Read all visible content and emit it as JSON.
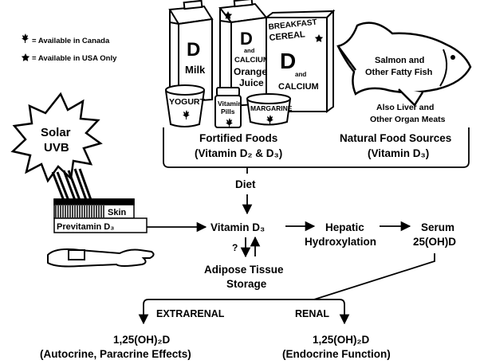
{
  "legend": {
    "canada": "= Available in Canada",
    "usa": "= Available in USA Only"
  },
  "products": {
    "milk_letter": "D",
    "milk_label": "Milk",
    "oj_letter": "D",
    "oj_and": "and",
    "oj_calcium": "CALCIUM",
    "oj_orange": "Orange",
    "oj_juice": "Juice",
    "cereal_line1": "BREAKFAST",
    "cereal_line2": "CEREAL",
    "cereal_letter": "D",
    "cereal_and": "and",
    "cereal_calcium": "CALCIUM",
    "yogurt": "YOGURT",
    "pills_line1": "Vitamin",
    "pills_line2": "Pills",
    "margarine": "MARGARINE"
  },
  "fish": {
    "line1": "Salmon and",
    "line2": "Other Fatty Fish",
    "also1": "Also Liver and",
    "also2": "Other Organ Meats"
  },
  "sources": {
    "fortified_title": "Fortified Foods",
    "fortified_sub": "(Vitamin D₂ & D₃)",
    "natural_title": "Natural Food Sources",
    "natural_sub": "(Vitamin D₃)"
  },
  "sun": {
    "line1": "Solar",
    "line2": "UVB"
  },
  "skin": {
    "skin_label": "Skin",
    "previtamin": "Previtamin D₃"
  },
  "flow": {
    "diet": "Diet",
    "vitamin_d3": "Vitamin D₃",
    "question": "?",
    "adipose1": "Adipose Tissue",
    "adipose2": "Storage",
    "hepatic1": "Hepatic",
    "hepatic2": "Hydroxylation",
    "serum1": "Serum",
    "serum2": "25(OH)D",
    "extrarenal": "EXTRARENAL",
    "renal": "RENAL",
    "out_left1": "1,25(OH)₂D",
    "out_left2": "(Autocrine, Paracrine Effects)",
    "out_right1": "1,25(OH)₂D",
    "out_right2": "(Endocrine Function)"
  }
}
